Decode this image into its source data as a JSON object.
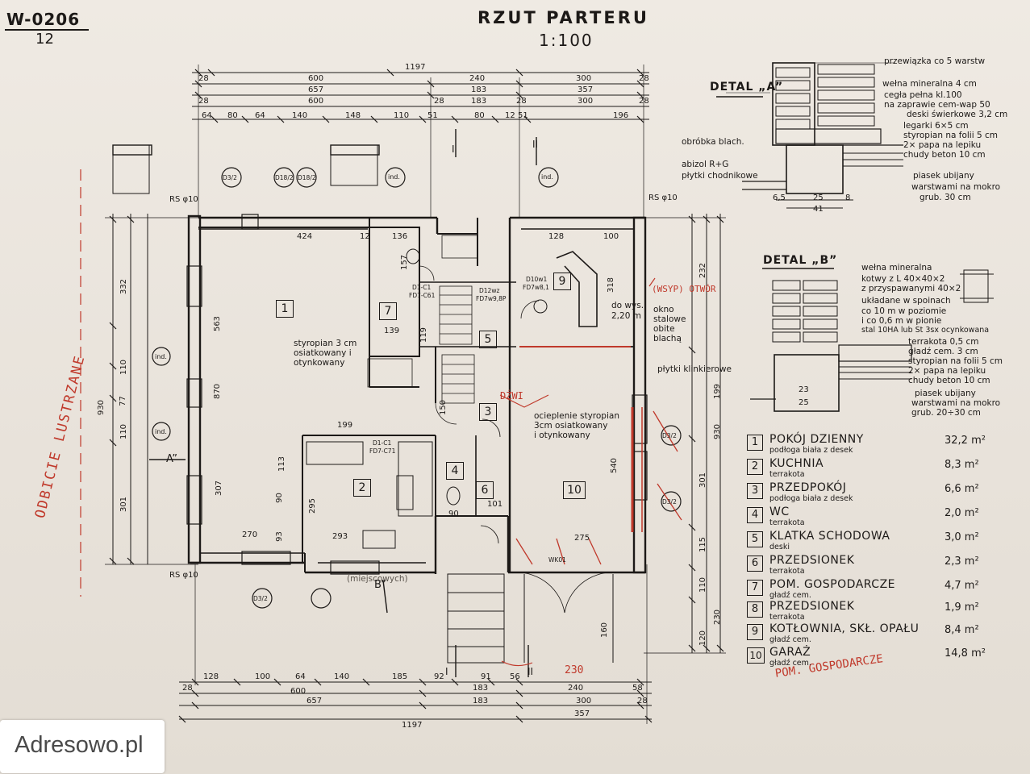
{
  "drawing": {
    "code": "W-0206",
    "sheet": "12",
    "title": "RZUT   PARTERU",
    "scale": "1:100"
  },
  "detail_a": {
    "title": "DETAL „A”",
    "layers": [
      "przewiązka co 5 warstw",
      "wełna mineralna 4 cm",
      "cegła pełna kl.100",
      "na zaprawie cem-wap 50",
      "deski świerkowe 3,2 cm",
      "legarki 6×5 cm",
      "styropian na folii 5 cm",
      "2× papa na lepiku",
      "chudy beton 10 cm",
      "piasek ubijany",
      "warstwami na mokro",
      "grub. 30 cm"
    ],
    "left_labels": [
      "obróbka blach.",
      "abizol R+G",
      "płytki chodnikowe"
    ],
    "dims": [
      "6,5",
      "25",
      "8",
      "41"
    ]
  },
  "detail_b": {
    "title": "DETAL „B”",
    "layers": [
      "wełna mineralna",
      "kotwy z L 40×40×2",
      "z przyspawanymi 40×2",
      "układane w spoinach",
      "co 10 m w poziomie",
      "i co 0,6 m w pionie",
      "stal 10HA lub St 3sx ocynkowana",
      "terrakota 0,5 cm",
      "gładź cem. 3 cm",
      "styropian na folii 5 cm",
      "2× papa na lepiku",
      "chudy beton 10 cm",
      "piasek ubijany",
      "warstwami na mokro",
      "grub. 20÷30 cm"
    ],
    "dims": [
      "23",
      "25"
    ]
  },
  "plan_notes": {
    "insulation_1": [
      "styropian 3 cm",
      "osiatkowany i",
      "otynkowany"
    ],
    "insulation_2": [
      "ocieplenie styropian",
      "3cm osiatkowany",
      "i otynkowany"
    ],
    "window_note": [
      "okno",
      "stalowe",
      "obite",
      "blachą"
    ],
    "height_note": [
      "do wys.",
      "2,20 m"
    ],
    "tiles_note": "płytki klinkierowe",
    "red_note_1": "(WSYP) OTWÓR",
    "red_note_2": "DŹWI",
    "red_note_3": "POM. GOSPODARCZE",
    "red_mirror": "ODBICIE LUSTRZANE",
    "red_230": "230",
    "misc": "(miejscowych)"
  },
  "plan_dims": {
    "top_total": "1197",
    "top_row1": [
      "28",
      "600",
      "240",
      "300",
      "28"
    ],
    "top_row2": [
      "657",
      "183",
      "357"
    ],
    "top_row3": [
      "28",
      "600",
      "28",
      "183",
      "28",
      "300",
      "28"
    ],
    "top_row4": [
      "64",
      "80",
      "64",
      "140",
      "148",
      "110",
      "51",
      "80",
      "12",
      "51",
      "196"
    ],
    "bottom_row1": [
      "128",
      "100",
      "64",
      "140",
      "185",
      "92",
      "91",
      "56"
    ],
    "bottom_row2": [
      "28",
      "600",
      "183",
      "240",
      "58"
    ],
    "bottom_row3": [
      "657",
      "183",
      "300",
      "28"
    ],
    "bottom_row4": [
      "1197",
      "357"
    ],
    "left_col": [
      "332",
      "110",
      "77",
      "110",
      "301"
    ],
    "left_total": "930",
    "right_col": [
      "232",
      "318",
      "199",
      "301",
      "115",
      "110",
      "120",
      "160",
      "230"
    ],
    "right_total": "930",
    "inner": [
      "424",
      "12",
      "136",
      "128",
      "100",
      "139",
      "199",
      "307",
      "295",
      "270",
      "293",
      "275",
      "563",
      "870",
      "540",
      "113",
      "93",
      "90",
      "150",
      "101",
      "90",
      "119",
      "157"
    ]
  },
  "tags": [
    "RS φ10",
    "RS φ10",
    "RS φ10",
    "ind.",
    "ind.",
    "ind.",
    "ind.",
    "D3/2",
    "D3/2",
    "D18/2",
    "D18/2",
    "D3/2",
    "D3/2",
    "D1-C1",
    "FD7-C61",
    "D12wz",
    "FD7w9,8P",
    "D10w1",
    "FD7w8,1",
    "D1-C1",
    "FD7-C71",
    "WK01"
  ],
  "section_marks": [
    "I",
    "II",
    "I",
    "II",
    "A”",
    "B”"
  ],
  "rooms": [
    {
      "num": "1",
      "name": "POKÓJ DZIENNY",
      "floor": "podłoga biała z desek",
      "area": "32,2 m²"
    },
    {
      "num": "2",
      "name": "KUCHNIA",
      "floor": "terrakota",
      "area": "8,3 m²"
    },
    {
      "num": "3",
      "name": "PRZEDPOKÓJ",
      "floor": "podłoga biała z desek",
      "area": "6,6 m²"
    },
    {
      "num": "4",
      "name": "WC",
      "floor": "terrakota",
      "area": "2,0 m²"
    },
    {
      "num": "5",
      "name": "KLATKA SCHODOWA",
      "floor": "deski",
      "area": "3,0 m²"
    },
    {
      "num": "6",
      "name": "PRZEDSIONEK",
      "floor": "terrakota",
      "area": "2,3 m²"
    },
    {
      "num": "7",
      "name": "POM. GOSPODARCZE",
      "floor": "gładź cem.",
      "area": "4,7 m²"
    },
    {
      "num": "8",
      "name": "PRZEDSIONEK",
      "floor": "terrakota",
      "area": "1,9 m²"
    },
    {
      "num": "9",
      "name": "KOTŁOWNIA, SKŁ. OPAŁU",
      "floor": "gładź cem.",
      "area": "8,4 m²"
    },
    {
      "num": "10",
      "name": "GARAŻ",
      "floor": "gładź cem.",
      "area": "14,8 m²"
    }
  ],
  "watermark": "Adresowo.pl",
  "colors": {
    "paper": "#ebe6df",
    "ink": "#1c1917",
    "red_ink": "#c0392b",
    "grid": "#b8b0a6"
  }
}
